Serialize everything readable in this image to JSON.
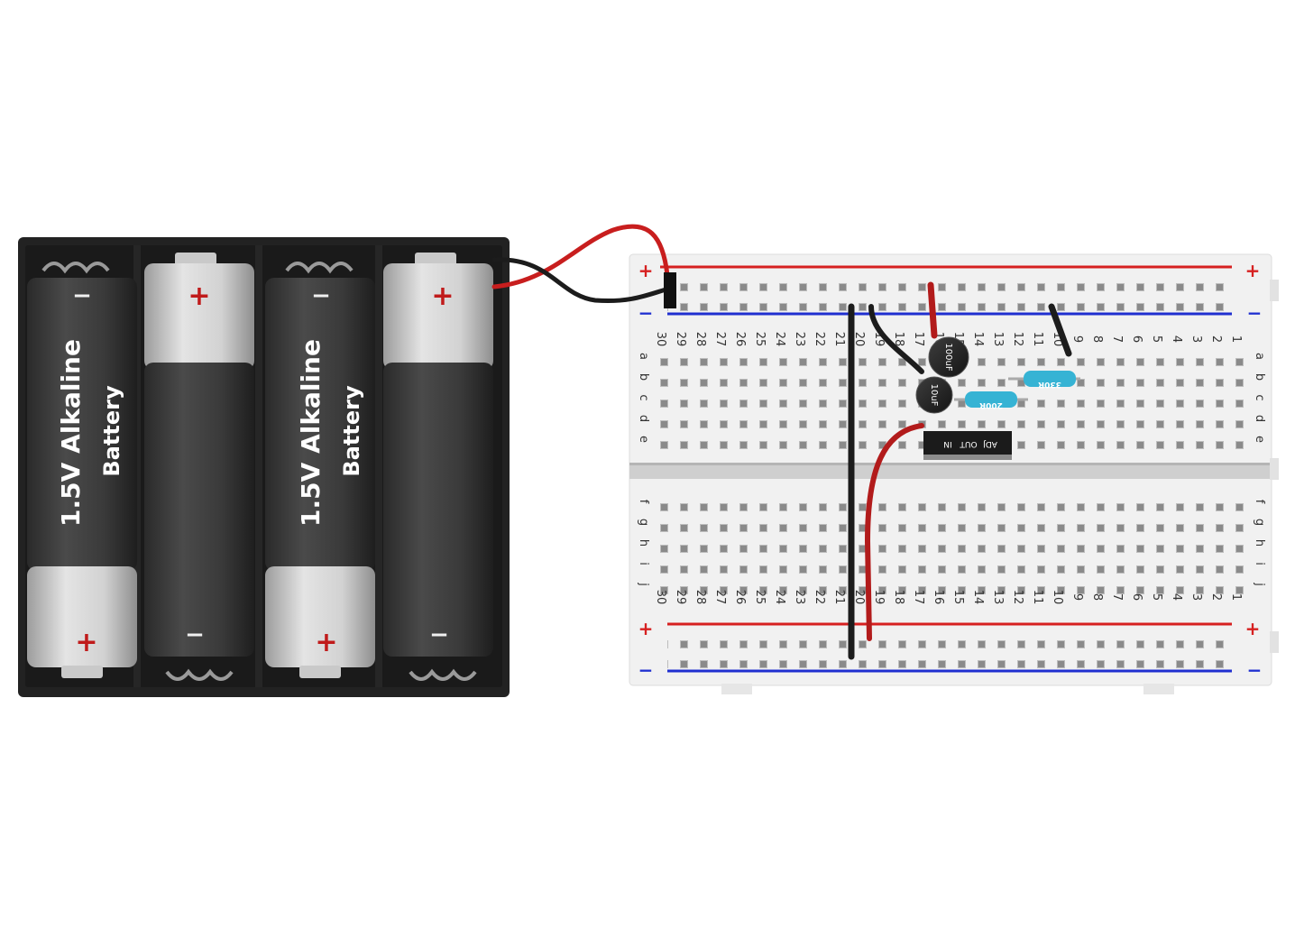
{
  "battery_pack": {
    "cells": [
      {
        "label_line1": "1.5V Alkaline",
        "label_line2": "Battery",
        "top_terminal": "−",
        "bottom_terminal": "+",
        "orientation": "negative-top"
      },
      {
        "label_line1": "",
        "label_line2": "",
        "top_terminal": "+",
        "bottom_terminal": "−",
        "orientation": "positive-top"
      },
      {
        "label_line1": "1.5V Alkaline",
        "label_line2": "Battery",
        "top_terminal": "−",
        "bottom_terminal": "+",
        "orientation": "negative-top"
      },
      {
        "label_line1": "",
        "label_line2": "",
        "top_terminal": "+",
        "bottom_terminal": "−",
        "orientation": "positive-top"
      }
    ],
    "lead_colors": {
      "positive": "#c81e1e",
      "negative": "#222222"
    }
  },
  "breadboard": {
    "rail_plus": "+",
    "rail_minus": "−",
    "top_row_letters": [
      "a",
      "b",
      "c",
      "d",
      "e"
    ],
    "bottom_row_letters": [
      "f",
      "g",
      "h",
      "i",
      "j"
    ],
    "column_numbers": [
      "30",
      "29",
      "28",
      "27",
      "26",
      "25",
      "24",
      "23",
      "22",
      "21",
      "20",
      "19",
      "18",
      "17",
      "16",
      "15",
      "14",
      "13",
      "12",
      "11",
      "10",
      "9",
      "8",
      "7",
      "6",
      "5",
      "4",
      "3",
      "2",
      "1"
    ],
    "colors": {
      "body": "#f1f1f1",
      "red_rail": "#d62020",
      "blue_rail": "#1f2fd0"
    }
  },
  "components": {
    "cap_large": "100uF",
    "cap_small": "10uF",
    "resistor_1": "330R",
    "resistor_2": "200R",
    "regulator_pins": [
      "ADJ",
      "OUT",
      "IN"
    ]
  }
}
